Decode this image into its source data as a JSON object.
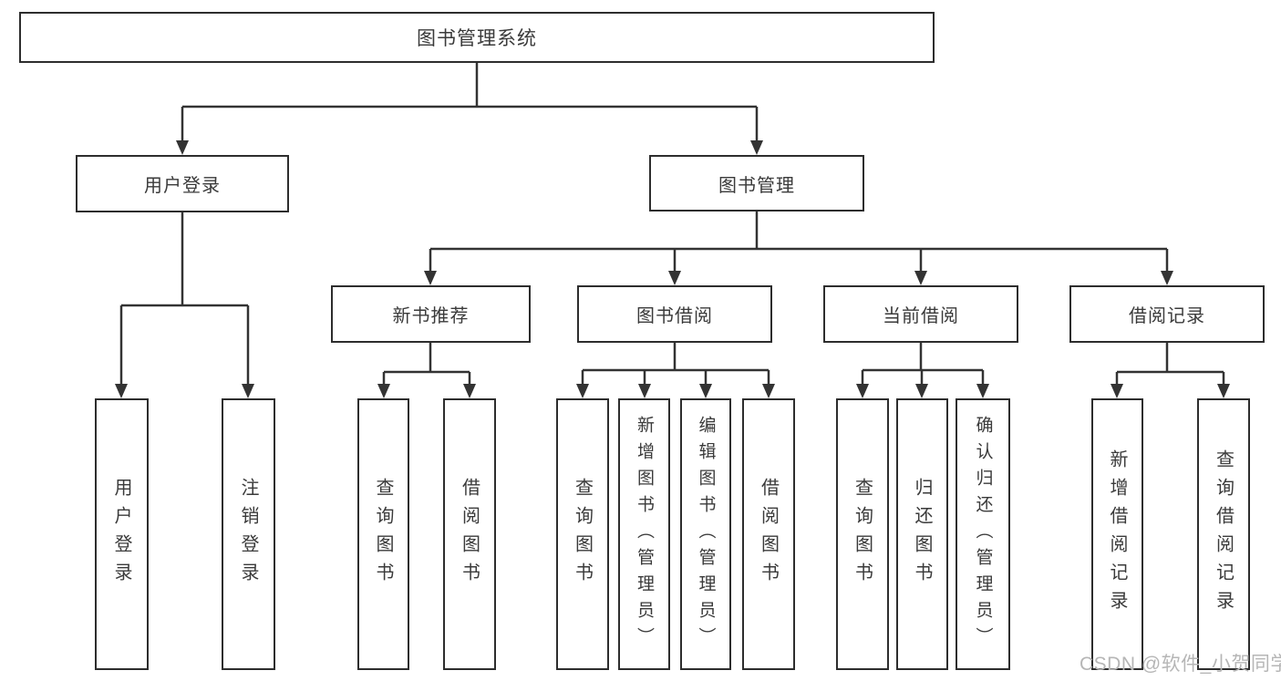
{
  "diagram": {
    "type": "hierarchy-functional-structure",
    "colors": {
      "line": "#333333",
      "box_border": "#2d2d2d",
      "box_fill": "#ffffff",
      "text": "#3a3a3a",
      "watermark": "#b6b6b6",
      "background": "#ffffff"
    }
  },
  "tree": {
    "label": "图书管理系统",
    "children": [
      {
        "label": "用户登录",
        "children": [
          {
            "label": "用户登录"
          },
          {
            "label": "注销登录"
          }
        ]
      },
      {
        "label": "图书管理",
        "children": [
          {
            "label": "新书推荐",
            "children": [
              {
                "label": "查询图书"
              },
              {
                "label": "借阅图书"
              }
            ]
          },
          {
            "label": "图书借阅",
            "children": [
              {
                "label": "查询图书"
              },
              {
                "label": "新增图书（管理员）"
              },
              {
                "label": "编辑图书（管理员）"
              },
              {
                "label": "借阅图书"
              }
            ]
          },
          {
            "label": "当前借阅",
            "children": [
              {
                "label": "查询图书"
              },
              {
                "label": "归还图书"
              },
              {
                "label": "确认归还（管理员）"
              }
            ]
          },
          {
            "label": "借阅记录",
            "children": [
              {
                "label": "新增借阅记录"
              },
              {
                "label": "查询借阅记录"
              }
            ]
          }
        ]
      }
    ]
  },
  "watermark": {
    "text": "CSDN @软件_小贺同学"
  }
}
